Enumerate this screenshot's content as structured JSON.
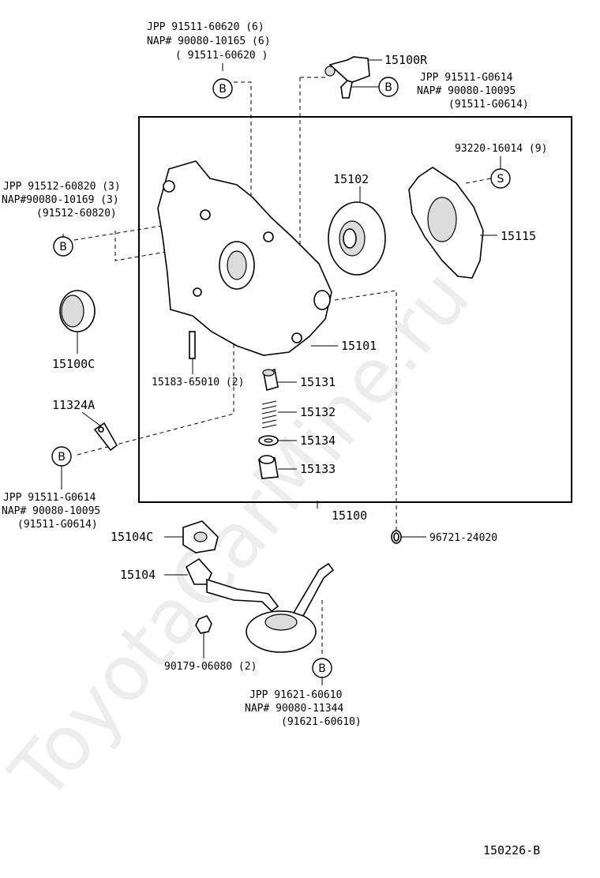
{
  "watermark": "ToyotaCarMine.ru",
  "figure_code": "150226-B",
  "callout_letters": {
    "bolt": "B",
    "screw": "S"
  },
  "parts": {
    "p15100R": "15100R",
    "p15102": "15102",
    "p15115": "15115",
    "p15100C": "15100C",
    "p15101": "15101",
    "p15183": "15183-65010 (2)",
    "p15131": "15131",
    "p15132": "15132",
    "p15134": "15134",
    "p15133": "15133",
    "p11324A": "11324A",
    "p15100": "15100",
    "p15104C": "15104C",
    "p96721": "96721-24020",
    "p15104": "15104",
    "p90179": "90179-06080 (2)",
    "p93220": "93220-16014 (9)"
  },
  "notes": {
    "top": [
      "JPP  91511-60620 (6)",
      "NAP# 90080-10165 (6)",
      "( 91511-60620 )"
    ],
    "right": [
      "JPP  91511-G0614",
      "NAP# 90080-10095",
      "(91511-G0614)"
    ],
    "left": [
      "JPP 91512-60820 (3)",
      "NAP#90080-10169 (3)",
      "(91512-60820)"
    ],
    "bottom_left": [
      "JPP  91511-G0614",
      "NAP# 90080-10095",
      "(91511-G0614)"
    ],
    "bottom": [
      "JPP  91621-60610",
      "NAP# 90080-11344",
      "(91621-60610)"
    ]
  }
}
